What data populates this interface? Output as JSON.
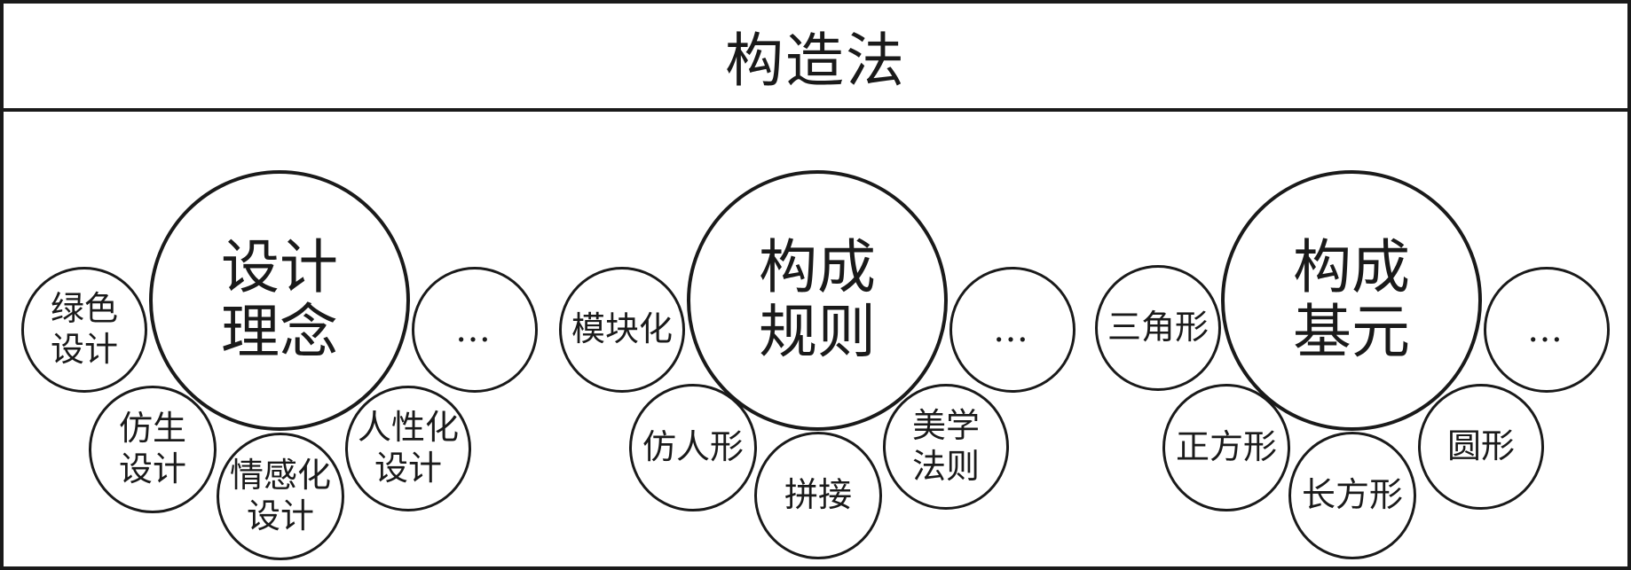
{
  "title": "构造法",
  "groups": [
    {
      "center": "设计\n理念",
      "items": [
        "绿色\n设计",
        "仿生\n设计",
        "情感化\n设计",
        "人性化\n设计",
        "…"
      ]
    },
    {
      "center": "构成\n规则",
      "items": [
        "模块化",
        "仿人形",
        "拼接",
        "美学\n法则",
        "…"
      ]
    },
    {
      "center": "构成\n基元",
      "items": [
        "三角形",
        "正方形",
        "长方形",
        "圆形",
        "…"
      ]
    }
  ]
}
